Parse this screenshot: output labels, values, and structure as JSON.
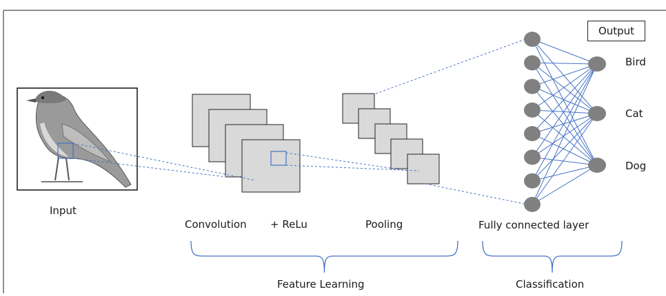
{
  "labels": {
    "input": "Input",
    "convolution": "Convolution",
    "relu": "+ ReLu",
    "pooling": "Pooling",
    "fully_connected": "Fully connected  layer",
    "feature_learning": "Feature Learning",
    "classification": "Classification",
    "output": "Output"
  },
  "outputs": [
    "Bird",
    "Cat",
    "Dog"
  ],
  "network": {
    "hidden_nodes": 8,
    "output_nodes": 3
  },
  "colors": {
    "line": "#4472c4",
    "node": "#808080",
    "map_fill": "#d9d9d9",
    "map_border": "#222222",
    "brace": "#4472c4"
  }
}
